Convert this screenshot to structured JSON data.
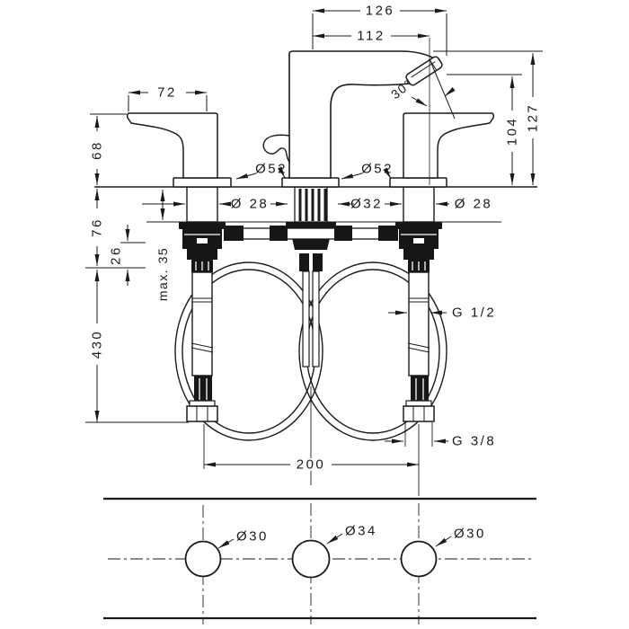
{
  "drawing": {
    "kind": "faucet installation dimension drawing",
    "views": {
      "main": "front elevation with supply hoses",
      "plan": "deck hole layout"
    }
  },
  "labels": {
    "d126": "126",
    "d112": "112",
    "d72": "72",
    "d68": "68",
    "d104": "104",
    "d127": "127",
    "d76": "76",
    "d26": "26",
    "max35": "max. 35",
    "d430": "430",
    "d200": "200",
    "angle30": "30°",
    "dia52_left": "Ø52",
    "dia52_right": "Ø52",
    "dia28_left": "Ø 28",
    "dia32": "Ø32",
    "dia28_right": "Ø 28",
    "g12": "G 1/2",
    "g38": "G 3/8",
    "dia30_left": "Ø30",
    "dia34": "Ø34",
    "dia30_right": "Ø30"
  }
}
